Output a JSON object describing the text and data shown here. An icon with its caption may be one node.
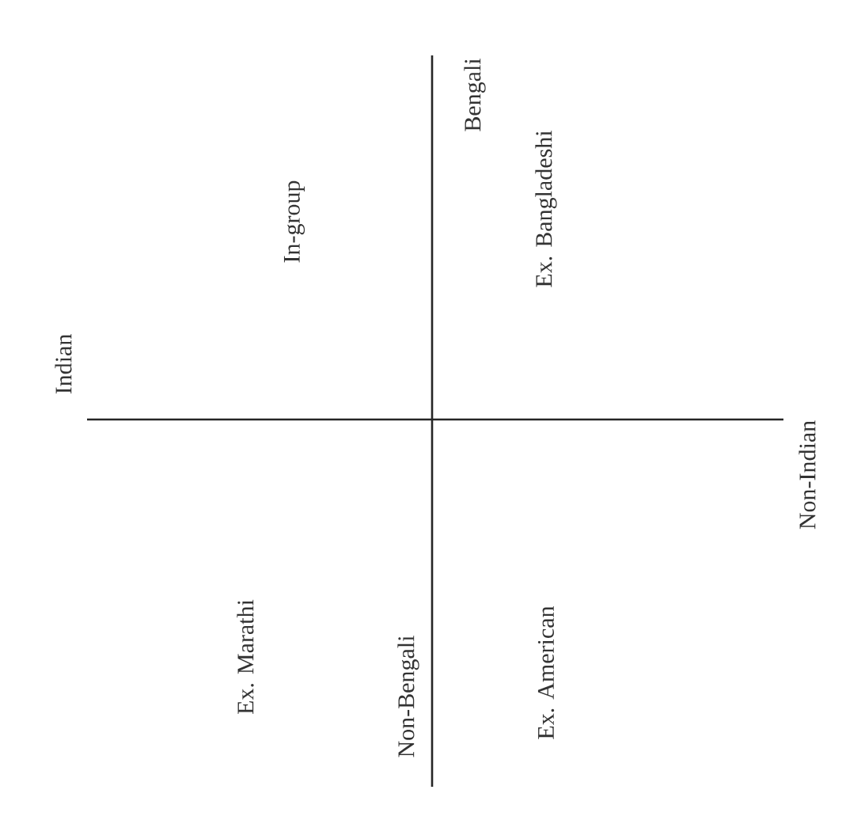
{
  "diagram": {
    "labels": [
      "Bengali",
      "In-group",
      "Ex. Bangladeshi",
      "Indian",
      "Non-Indian",
      "Ex. Marathi",
      "Non-Bengali",
      "Ex. American"
    ]
  }
}
